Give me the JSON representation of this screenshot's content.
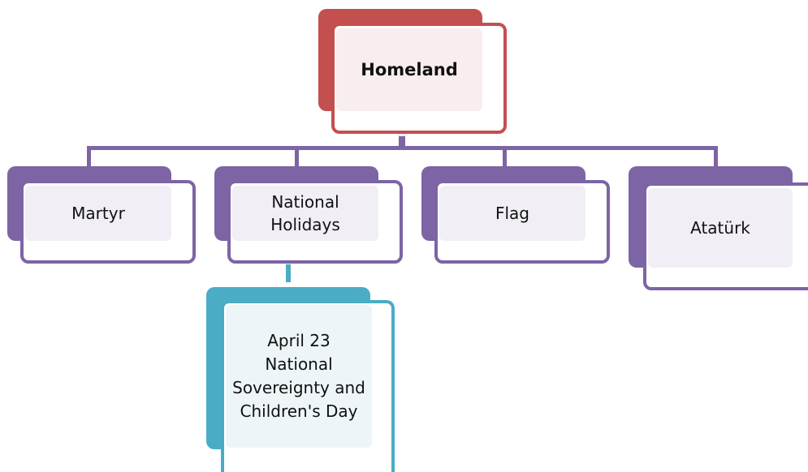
{
  "colors": {
    "root_accent": "#c44f4f",
    "root_fill": "#f8eeee",
    "level1_accent": "#7d64a4",
    "level1_fill": "#f1eef6",
    "level2_accent": "#4aacc5",
    "level2_fill": "#edf5f8"
  },
  "diagram": {
    "root": {
      "label": "Homeland"
    },
    "children": [
      {
        "label": "Martyr"
      },
      {
        "label": "National\nHolidays"
      },
      {
        "label": "Flag"
      },
      {
        "label": "Atatürk"
      }
    ],
    "grandchild": {
      "label": "April 23\nNational\nSovereignty and\nChildren's Day"
    }
  }
}
